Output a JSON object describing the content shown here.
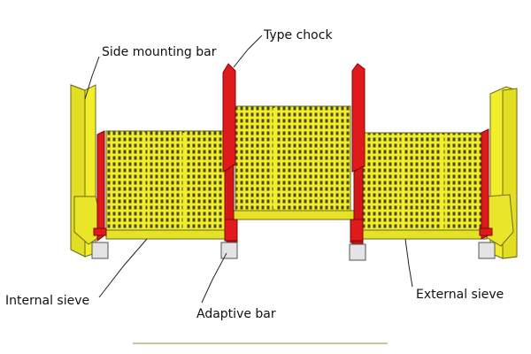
{
  "labels": {
    "side_mounting_bar": "Side mounting bar",
    "type_chock": "Type chock",
    "internal_sieve": "Internal sieve",
    "adaptive_bar": "Adaptive bar",
    "external_sieve": "External sieve"
  },
  "colors": {
    "panel_yellow": "#F2EE2A",
    "panel_edge": "#6B6A1C",
    "slot_dark": "#4A4A2A",
    "chock_red": "#E01A1A",
    "chock_edge": "#7A0A0A",
    "foot_grey": "#E4E4E4",
    "floor_line": "#C9C79A"
  }
}
